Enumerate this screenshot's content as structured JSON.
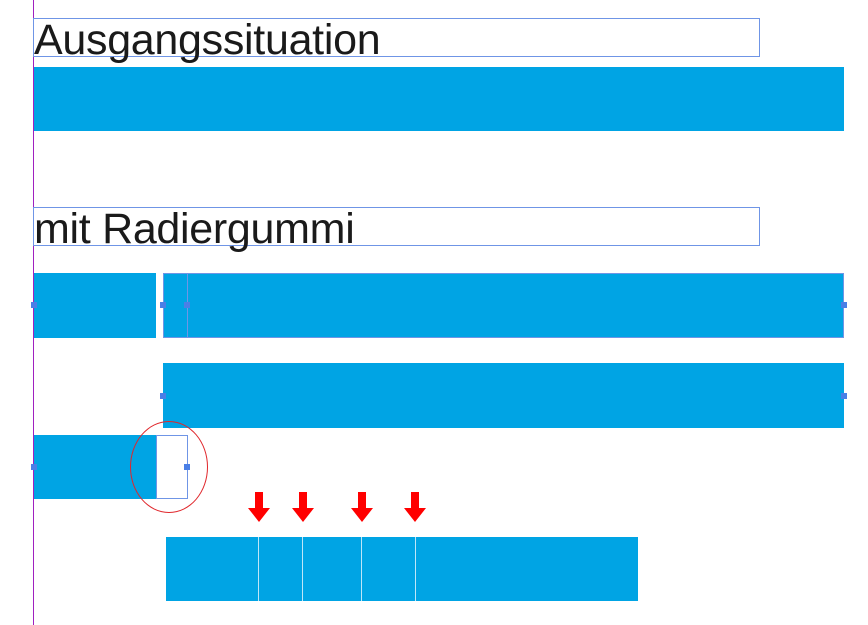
{
  "headings": {
    "initial": "Ausgangssituation",
    "eraser": "mit Radiergummi"
  },
  "colors": {
    "bar": "#00a4e4",
    "selection": "#6f95e6",
    "guide": "#a020c0",
    "marker": "#e0262b"
  },
  "icons": {
    "marker": "arrow-down-icon",
    "handle": "selection-handle"
  }
}
